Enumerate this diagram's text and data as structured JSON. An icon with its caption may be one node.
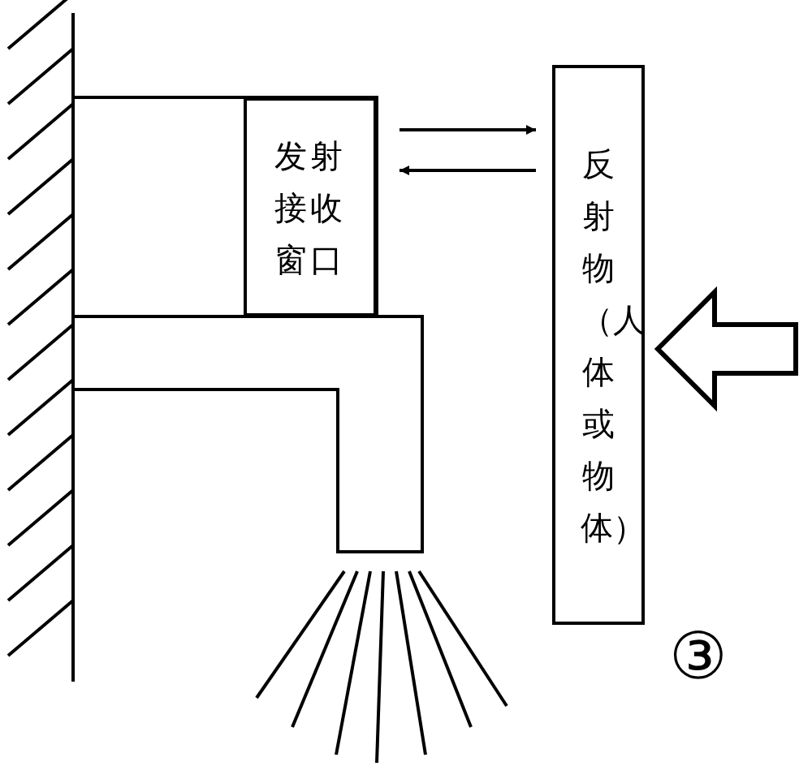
{
  "diagram": {
    "nodes": [
      {
        "text": [
          "发射接收窗口"
        ]
      },
      {
        "text": [
          "反射物（人体或物体）"
        ]
      }
    ],
    "edges": [
      {
        "from": 0,
        "to": 1,
        "arrow": "to"
      },
      {
        "from": 1,
        "to": 0,
        "arrow": "to"
      },
      {
        "from": null,
        "to": 1,
        "arrow": "to",
        "style": "thick"
      }
    ],
    "labels": [
      "③"
    ]
  }
}
